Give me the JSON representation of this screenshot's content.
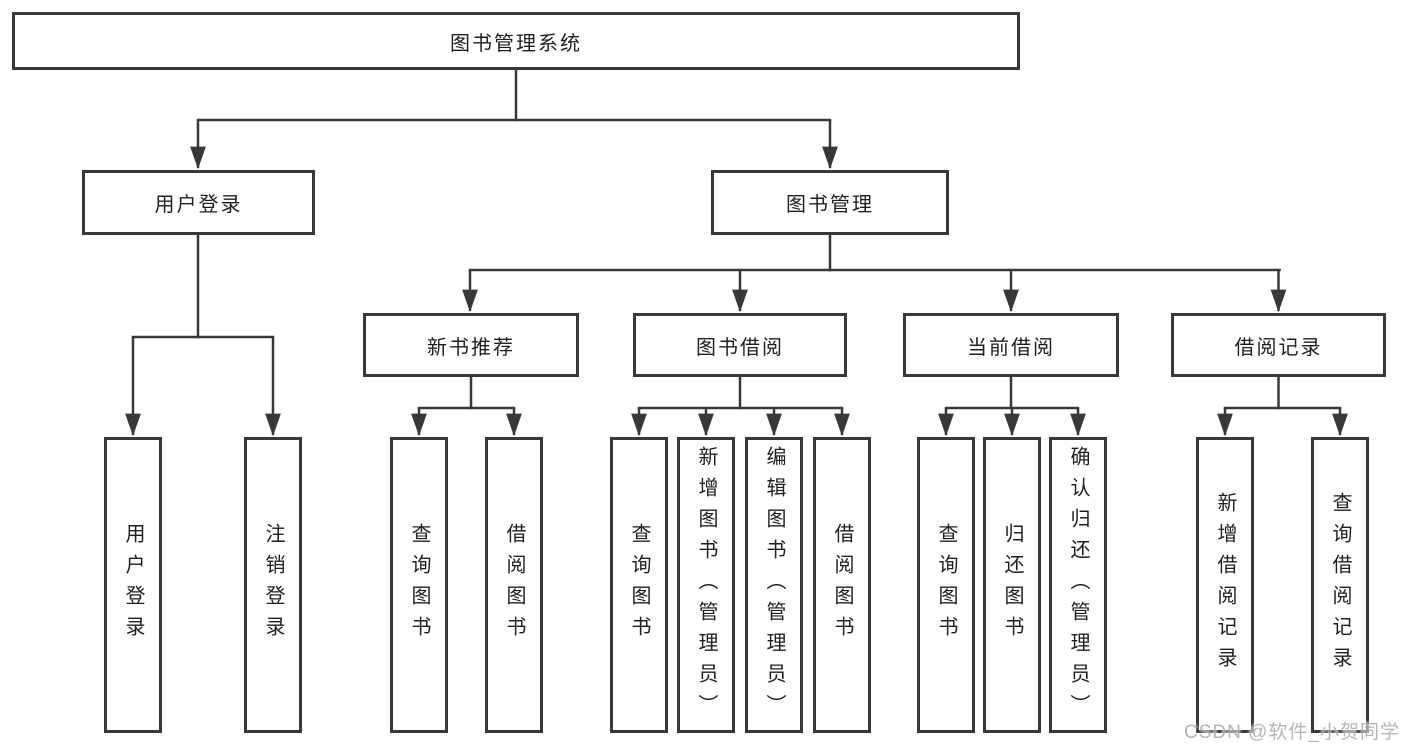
{
  "diagram": {
    "root": {
      "label": "图书管理系统",
      "children": [
        {
          "label": "用户登录",
          "children": [
            {
              "label": "用户登录"
            },
            {
              "label": "注销登录"
            }
          ]
        },
        {
          "label": "图书管理",
          "children": [
            {
              "label": "新书推荐",
              "children": [
                {
                  "label": "查询图书"
                },
                {
                  "label": "借阅图书"
                }
              ]
            },
            {
              "label": "图书借阅",
              "children": [
                {
                  "label": "查询图书"
                },
                {
                  "label": "新增图书（管理员）"
                },
                {
                  "label": "编辑图书（管理员）"
                },
                {
                  "label": "借阅图书"
                }
              ]
            },
            {
              "label": "当前借阅",
              "children": [
                {
                  "label": "查询图书"
                },
                {
                  "label": "归还图书"
                },
                {
                  "label": "确认归还（管理员）"
                }
              ]
            },
            {
              "label": "借阅记录",
              "children": [
                {
                  "label": "新增借阅记录"
                },
                {
                  "label": "查询借阅记录"
                }
              ]
            }
          ]
        }
      ]
    },
    "colors": {
      "line": "#383838",
      "box_border": "#383838",
      "box_background": "#ffffff",
      "text": "#1f1f1f",
      "watermark": "#aeaeae"
    }
  },
  "watermark": {
    "text": "CSDN @软件_小贺同学"
  }
}
